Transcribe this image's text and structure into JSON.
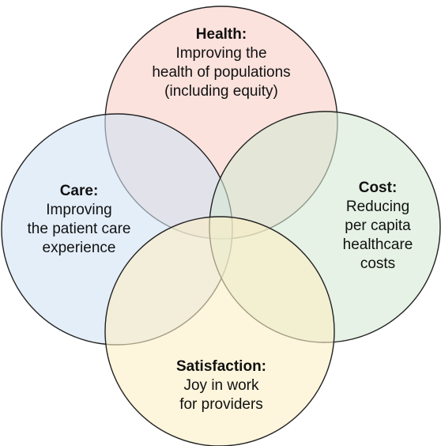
{
  "diagram": {
    "type": "venn",
    "sets": [
      {
        "key": "health",
        "title": "Health:",
        "lines": [
          "Improving the",
          "health of populations",
          "(including equity)"
        ],
        "color": "#f8cfc7"
      },
      {
        "key": "care",
        "title": "Care:",
        "lines": [
          "Improving",
          "the patient care",
          "experience"
        ],
        "color": "#d2e3f5"
      },
      {
        "key": "cost",
        "title": "Cost:",
        "lines": [
          "Reducing",
          "per capita",
          "healthcare",
          "costs"
        ],
        "color": "#d6ead4"
      },
      {
        "key": "satisfaction",
        "title": "Satisfaction:",
        "lines": [
          "Joy in work",
          "for providers"
        ],
        "color": "#fbefc4"
      }
    ],
    "outline_color": "#222222"
  }
}
